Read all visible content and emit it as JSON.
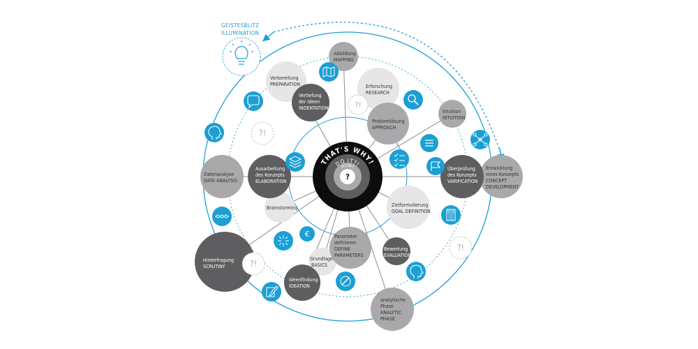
{
  "illumination": {
    "line1": "GEISTESBLITZ",
    "line2": "ILLUMINATION",
    "icon": "lightbulb-icon"
  },
  "center": {
    "ring1": "THAT'S WHY!",
    "ring2": "DO IT?!",
    "ring3": "HOW?",
    "core": "?"
  },
  "nodes": [
    {
      "id": "mapping",
      "lines": [
        "Abbildung",
        "MAPPING"
      ],
      "shade": "mid"
    },
    {
      "id": "preparation",
      "lines": [
        "Vorbereitung",
        "PREPARATION"
      ],
      "shade": "light"
    },
    {
      "id": "research",
      "lines": [
        "Erforschung",
        "RESEARCH"
      ],
      "shade": "light"
    },
    {
      "id": "indentation",
      "lines": [
        "Vertiefung",
        "der Ideen",
        "INDENTATION"
      ],
      "shade": "dark"
    },
    {
      "id": "intuition",
      "lines": [
        "Intuition",
        "INTUITION"
      ],
      "shade": "mid"
    },
    {
      "id": "approach",
      "lines": [
        "Problemlösung",
        "APPROACH"
      ],
      "shade": "mid"
    },
    {
      "id": "data-analysis",
      "lines": [
        "Datenanalyse",
        "DATA ANALYSIS"
      ],
      "shade": "mid"
    },
    {
      "id": "elaboration",
      "lines": [
        "Ausarbeitung",
        "des Konzepts",
        "ELABORATION"
      ],
      "shade": "dark"
    },
    {
      "id": "verification",
      "lines": [
        "Überprüfung",
        "des Konzepts",
        "VARIFICATION"
      ],
      "shade": "dark"
    },
    {
      "id": "concept-development",
      "lines": [
        "Entwicklung",
        "eines Konzepts",
        "CONCEPT",
        "DEVELOPMENT"
      ],
      "shade": "mid"
    },
    {
      "id": "brainstorming",
      "lines": [
        "Brainstorming"
      ],
      "shade": "light"
    },
    {
      "id": "goal-definition",
      "lines": [
        "Zielformulierung",
        "GOAL DEFINITION"
      ],
      "shade": "light"
    },
    {
      "id": "parameters",
      "lines": [
        "Parameter",
        "definieren",
        "DEFINE",
        "PARAMETERS"
      ],
      "shade": "light"
    },
    {
      "id": "basics",
      "lines": [
        "Grundlagen",
        "BASICS"
      ],
      "shade": "light"
    },
    {
      "id": "evaluation",
      "lines": [
        "Bewertung",
        "EVALUATION"
      ],
      "shade": "dark"
    },
    {
      "id": "scrutiny",
      "lines": [
        "Hinterfragung",
        "SCRUTINY"
      ],
      "shade": "dark"
    },
    {
      "id": "ideation",
      "lines": [
        "Ideenfindung",
        "IDEATION"
      ],
      "shade": "dark"
    },
    {
      "id": "analytic-phase",
      "lines": [
        "analytische",
        "Phase",
        "ANALYTIC",
        "PHASE"
      ],
      "shade": "mid"
    }
  ],
  "question_marks": [
    "?!",
    "?!",
    "?!",
    "?!"
  ],
  "icons": [
    "map-icon",
    "speech-bubble-icon",
    "search-icon",
    "head-brain-icon",
    "checklist-icon",
    "list-icon",
    "network-icon",
    "stack-icon",
    "flag-icon",
    "calculator-icon",
    "link-chain-icon",
    "euro-icon",
    "arrows-converge-icon",
    "edit-icon",
    "compass-icon",
    "brain-head-icon"
  ],
  "colors": {
    "accent": "#1b9fd4",
    "dark": "#5e5e61",
    "mid": "#a9a9ab",
    "light": "#e6e6e7",
    "core_black": "#0d0d0d",
    "line": "#8c8c8c"
  }
}
